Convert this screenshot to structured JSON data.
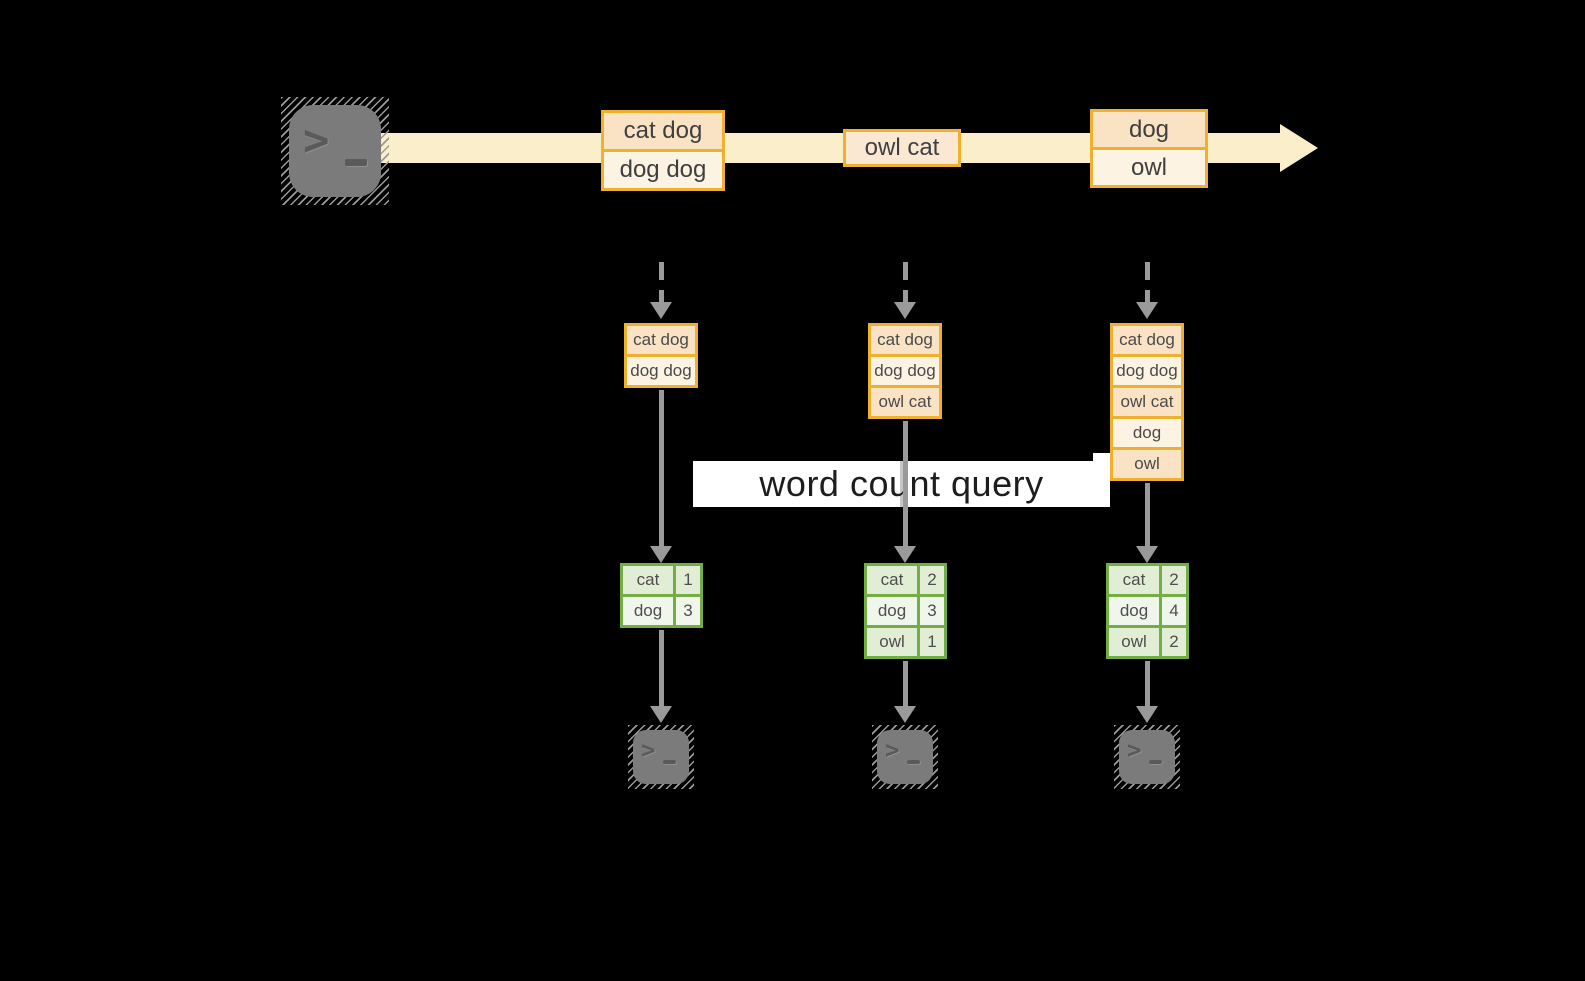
{
  "diagram": {
    "query_label": "word count query",
    "events": [
      {
        "rows": [
          "cat dog",
          "dog dog"
        ]
      },
      {
        "rows": [
          "owl cat"
        ]
      },
      {
        "rows": [
          "dog",
          "owl"
        ]
      }
    ],
    "buffers": [
      {
        "rows": [
          "cat dog",
          "dog dog"
        ]
      },
      {
        "rows": [
          "cat dog",
          "dog dog",
          "owl cat"
        ]
      },
      {
        "rows": [
          "cat dog",
          "dog dog",
          "owl cat",
          "dog",
          "owl"
        ]
      }
    ],
    "counts": [
      {
        "rows": [
          {
            "word": "cat",
            "count": "1"
          },
          {
            "word": "dog",
            "count": "3"
          }
        ]
      },
      {
        "rows": [
          {
            "word": "cat",
            "count": "2"
          },
          {
            "word": "dog",
            "count": "3"
          },
          {
            "word": "owl",
            "count": "1"
          }
        ]
      },
      {
        "rows": [
          {
            "word": "cat",
            "count": "2"
          },
          {
            "word": "dog",
            "count": "4"
          },
          {
            "word": "owl",
            "count": "2"
          }
        ]
      }
    ],
    "icons": {
      "source": "terminal-icon",
      "sinks": [
        "terminal-icon",
        "terminal-icon",
        "terminal-icon"
      ],
      "prompt_glyph": ">"
    },
    "colors": {
      "background": "#000000",
      "stream_band": "#faeecb",
      "event_border": "#f0b02f",
      "event_fill_peach": "#fae3c5",
      "event_fill_cream": "#fdf3e3",
      "table_border": "#74ad44",
      "table_fill_green": "#e2edd5",
      "table_fill_light": "#f1f6ec",
      "arrow_gray": "#9a9a9a",
      "terminal_gray": "#7b7b7b",
      "query_band_bg": "#ffffff",
      "query_text": "#1d1d1d"
    }
  }
}
